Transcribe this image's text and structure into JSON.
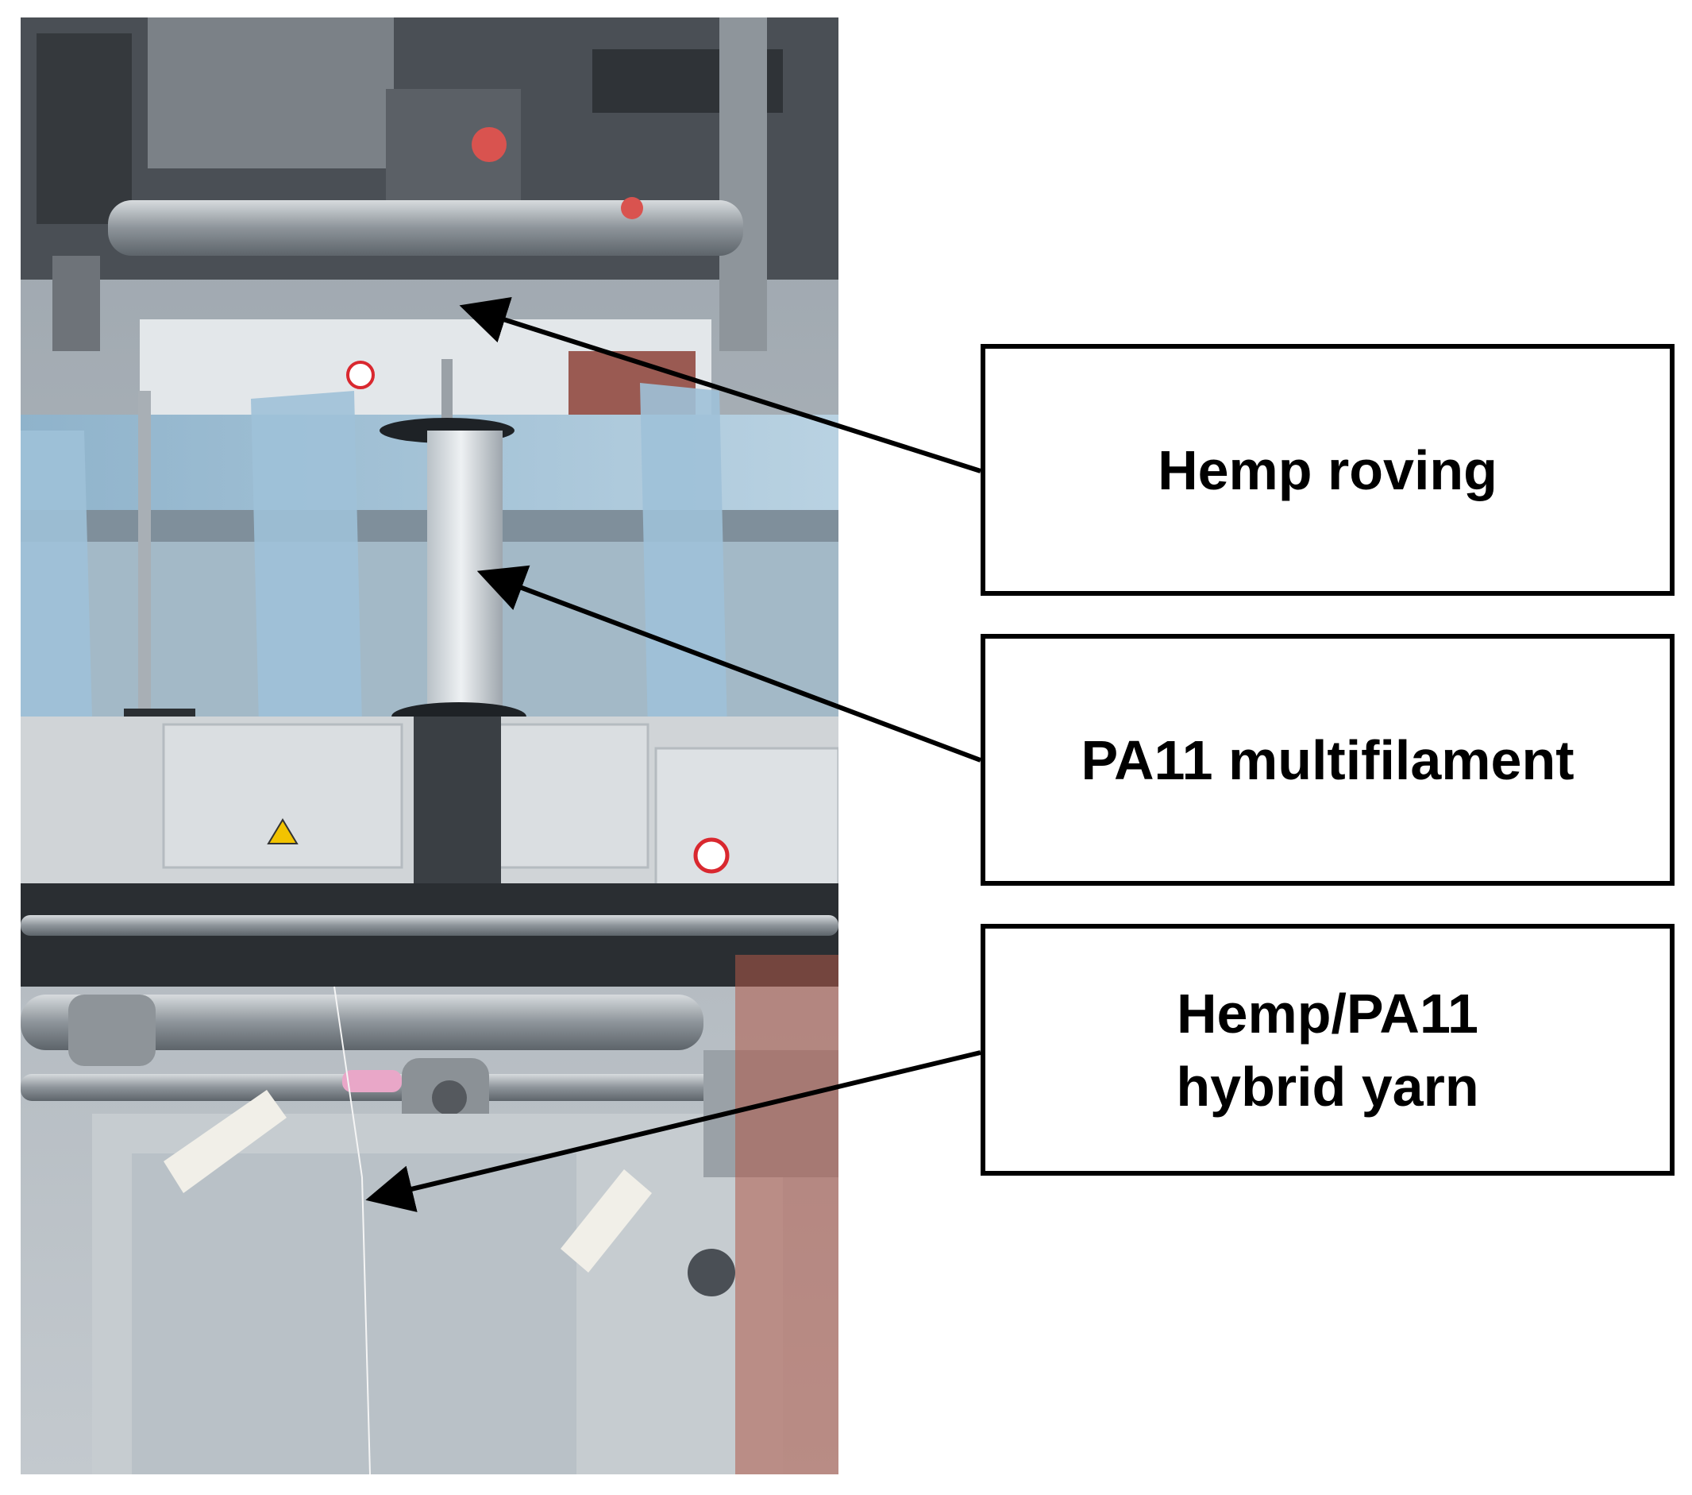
{
  "labels": {
    "hemp_roving": "Hemp roving",
    "pa11_multifilament": "PA11 multifilament",
    "hybrid_yarn": "Hemp/PA11\nhybrid yarn"
  },
  "colors": {
    "box_border": "#000000",
    "label_text": "#000000",
    "arrow": "#000000"
  }
}
